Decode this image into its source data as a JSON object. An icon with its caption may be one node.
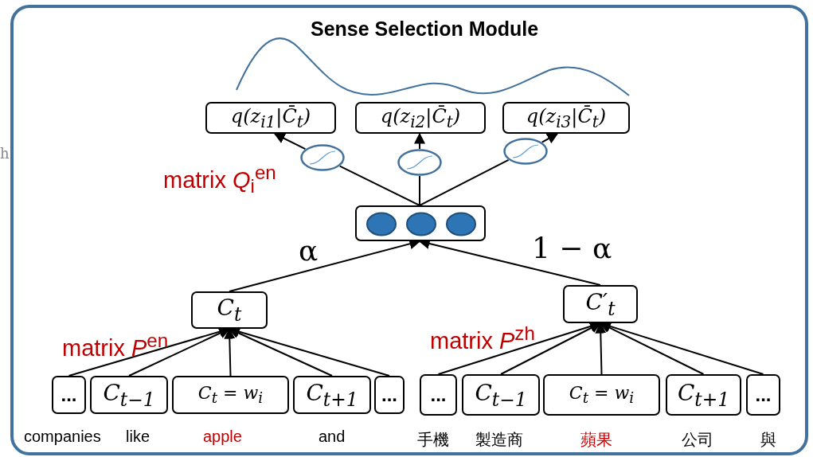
{
  "diagram": {
    "title": "Sense Selection Module",
    "nodes": [
      {
        "text": [
          "q(z$_{i1}$|C̄$_{t}$)"
        ]
      },
      {
        "text": [
          "q(z$_{i2}$|C̄$_{t}$)"
        ]
      },
      {
        "text": [
          "q(z$_{i3}$|C̄$_{t}$)"
        ]
      },
      {
        "text": [],
        "shape": "ellipse"
      },
      {
        "text": [],
        "shape": "ellipse"
      },
      {
        "text": [],
        "shape": "ellipse"
      },
      {
        "text": [],
        "shape": "box"
      },
      {
        "text": [
          "C$_{t}$"
        ]
      },
      {
        "text": [
          "C′$_{t}$"
        ]
      },
      {
        "text": [
          "..."
        ]
      },
      {
        "text": [
          "C$_{t−1}$"
        ]
      },
      {
        "text": [
          "C$_{t}$ = w$_{i}$"
        ]
      },
      {
        "text": [
          "C$_{t+1}$"
        ]
      },
      {
        "text": [
          "..."
        ]
      },
      {
        "text": [
          "..."
        ]
      },
      {
        "text": [
          "C$_{t−1}$"
        ]
      },
      {
        "text": [
          "C$_{t}$ = w$_{i}$"
        ]
      },
      {
        "text": [
          "C$_{t+1}$"
        ]
      },
      {
        "text": [
          "..."
        ]
      }
    ],
    "edges": [
      {
        "from": 3,
        "to": 0,
        "arrow": "to"
      },
      {
        "from": 4,
        "to": 1,
        "arrow": "to"
      },
      {
        "from": 5,
        "to": 2,
        "arrow": "to"
      },
      {
        "from": 6,
        "to": 3,
        "arrow": "none"
      },
      {
        "from": 6,
        "to": 4,
        "arrow": "none"
      },
      {
        "from": 6,
        "to": 5,
        "arrow": "none"
      },
      {
        "from": 7,
        "to": 6,
        "arrow": "to",
        "label": "α"
      },
      {
        "from": 8,
        "to": 6,
        "arrow": "to",
        "label": "1 − α"
      },
      {
        "from": 9,
        "to": 7,
        "arrow": "to"
      },
      {
        "from": 10,
        "to": 7,
        "arrow": "to"
      },
      {
        "from": 11,
        "to": 7,
        "arrow": "to"
      },
      {
        "from": 12,
        "to": 7,
        "arrow": "to"
      },
      {
        "from": 13,
        "to": 7,
        "arrow": "to"
      },
      {
        "from": 14,
        "to": 8,
        "arrow": "to"
      },
      {
        "from": 15,
        "to": 8,
        "arrow": "to"
      },
      {
        "from": 16,
        "to": 8,
        "arrow": "to"
      },
      {
        "from": 17,
        "to": 8,
        "arrow": "to"
      },
      {
        "from": 18,
        "to": 8,
        "arrow": "to"
      }
    ],
    "labels": [
      "h",
      "matrix *Q*$_{i}$$^{en}$",
      "matrix *P*$^{en}$",
      "matrix *P*$^{zh}$",
      "companies",
      "like",
      "apple",
      "and",
      "手機",
      "製造商",
      "蘋果",
      "公司",
      "與"
    ]
  }
}
